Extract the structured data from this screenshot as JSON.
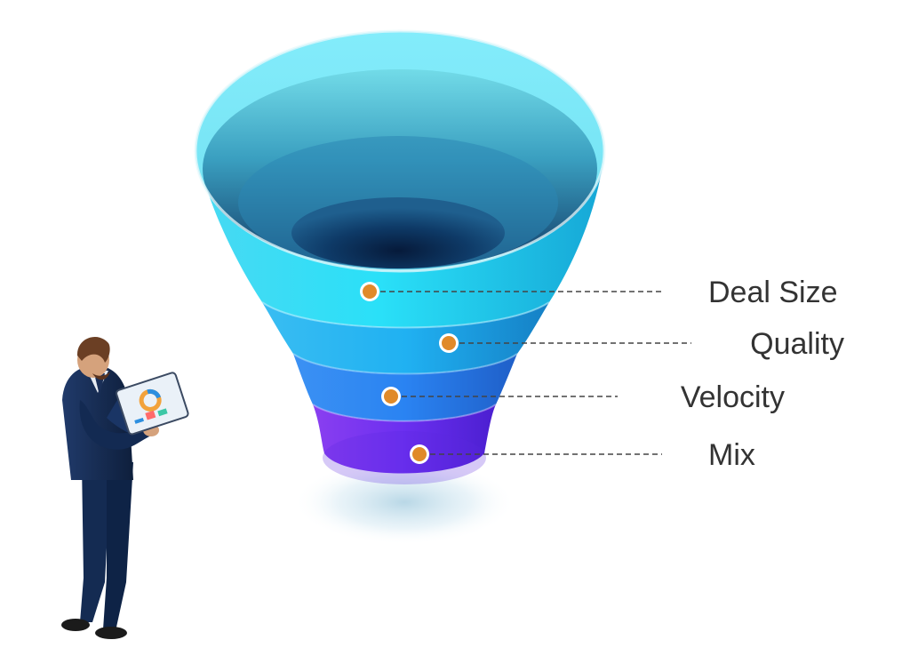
{
  "diagram": {
    "type": "funnel",
    "stages": [
      {
        "label": "Deal Size",
        "color": "#27d0f0"
      },
      {
        "label": "Quality",
        "color": "#1fa8ee"
      },
      {
        "label": "Velocity",
        "color": "#2b7ff0"
      },
      {
        "label": "Mix",
        "color": "#6a2ff0"
      }
    ],
    "marker_color": "#e08a2a",
    "leader_line_color": "#444444"
  },
  "illustration": {
    "figure": "businessman-holding-tablet",
    "icon": "person-with-tablet-icon"
  }
}
